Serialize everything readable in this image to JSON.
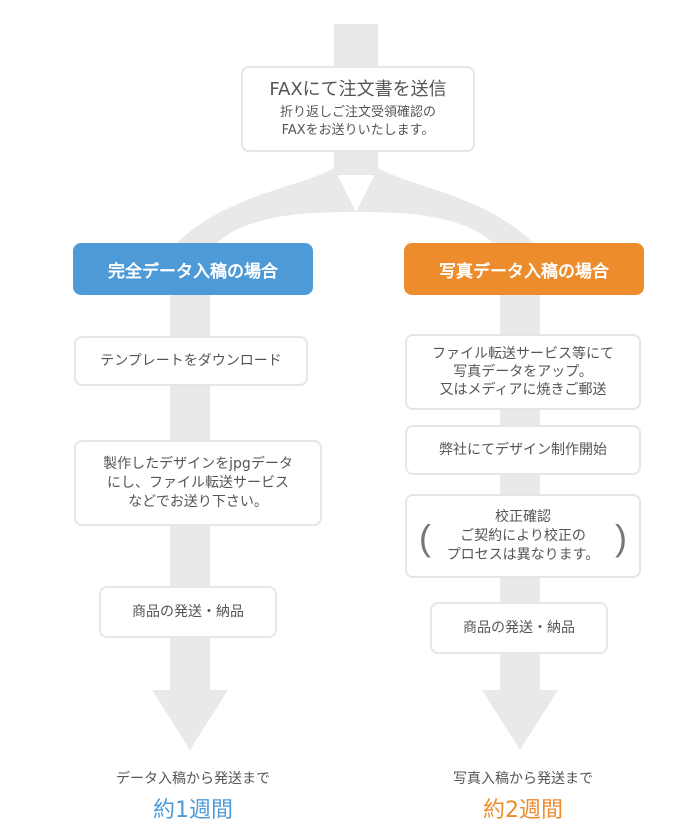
{
  "colors": {
    "flow": "#e9e9e9",
    "left_accent": "#4e9ad6",
    "right_accent": "#ec8c2c"
  },
  "fax": {
    "title": "FAXにて注文書を送信",
    "sub_line1": "折り返しご注文受領確認の",
    "sub_line2": "FAXをお送りいたします。"
  },
  "left": {
    "header": "完全データ入稿の場合",
    "step1": "テンプレートをダウンロード",
    "step2_line1": "製作したデザインをjpgデータ",
    "step2_line2": "にし、ファイル転送サービス",
    "step2_line3": "などでお送り下さい。",
    "step3": "商品の発送・納品",
    "footer_label": "データ入稿から発送まで",
    "footer_value": "約1週間"
  },
  "right": {
    "header": "写真データ入稿の場合",
    "step1_line1": "ファイル転送サービス等にて",
    "step1_line2": "写真データをアップ。",
    "step1_line3": "又はメディアに焼きご郵送",
    "step2": "弊社にてデザイン制作開始",
    "step3_line1": "校正確認",
    "step3_line2": "ご契約により校正の",
    "step3_line3": "プロセスは異なります。",
    "step3_paren_open": "(",
    "step3_paren_close": ")",
    "step4": "商品の発送・納品",
    "footer_label": "写真入稿から発送まで",
    "footer_value": "約2週間"
  }
}
